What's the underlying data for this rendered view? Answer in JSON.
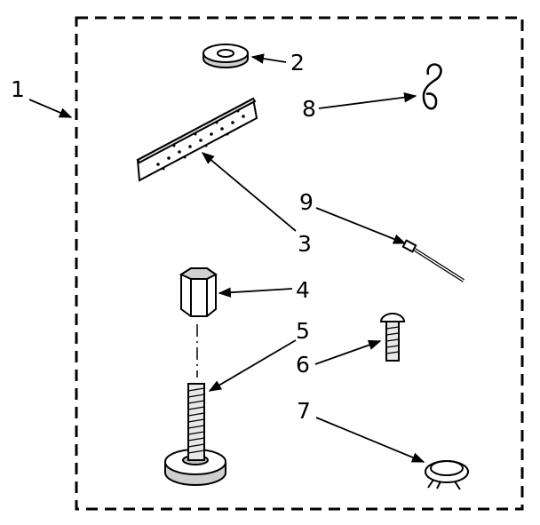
{
  "diagram": {
    "callouts": {
      "c1": "1",
      "c2": "2",
      "c3": "3",
      "c4": "4",
      "c5": "5",
      "c6": "6",
      "c7": "7",
      "c8": "8",
      "c9": "9"
    },
    "colors": {
      "ink": "#000000",
      "paper": "#ffffff"
    }
  }
}
